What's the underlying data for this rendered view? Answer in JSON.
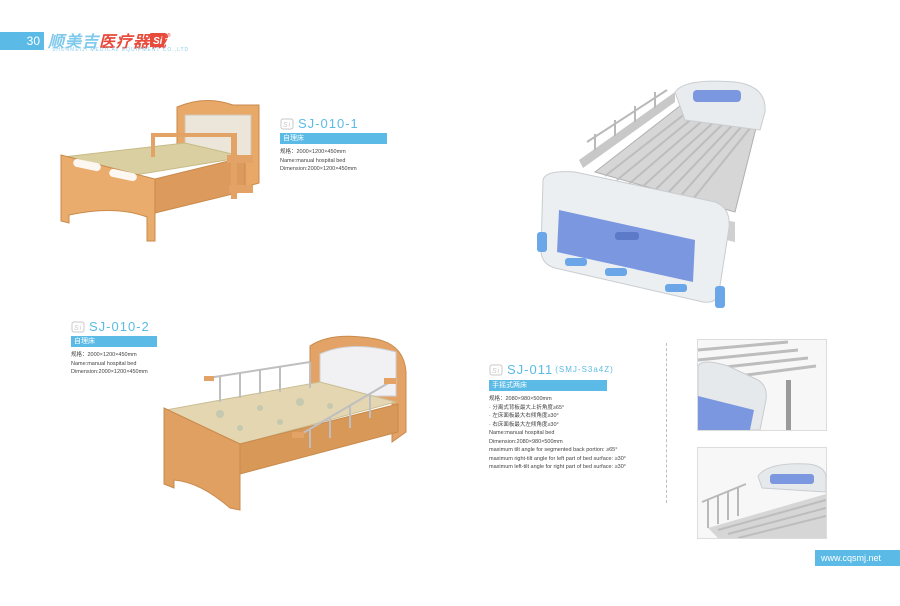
{
  "header": {
    "page_number": "30",
    "brand_primary": "顺美吉",
    "brand_secondary": "医疗器械",
    "brand_english": "SHUNMEIJI MEDICAL EQUIPMENT CO.,LTD",
    "logo_text": "Si",
    "trademark": "®"
  },
  "products": [
    {
      "code": "SJ-010-1",
      "code_suffix": "",
      "name_cn": "自理床",
      "lines": [
        "规格：2000×1200×450mm",
        "Name:manual hospital bed",
        "Dimension:2000×1200×450mm"
      ]
    },
    {
      "code": "SJ-010-2",
      "code_suffix": "",
      "name_cn": "自理床",
      "lines": [
        "规格：2000×1200×450mm",
        "Name:manual hospital bed",
        "Dimension:2000×1200×450mm"
      ]
    },
    {
      "code": "SJ-011",
      "code_suffix": "(SMJ-S3a4Z)",
      "name_cn": "手摇式两床",
      "lines": [
        "规格：2080×980×500mm",
        "· 分离式背板最大上折角度≥65°",
        "· 左床面板最大右倾角度≥30°",
        "· 右床面板最大左倾角度≥30°",
        "Name:manual hospital bed",
        "Dimension:2080×980×500mm",
        "maximum tilt angle for segmented back portion: ≥65°",
        "maximum right-tilt angle for left part of bed surface: ≥30°",
        "maximum left-tilt angle for right part of bed surface: ≥30°"
      ]
    }
  ],
  "footer": {
    "website": "www.cqsmj.net"
  },
  "colors": {
    "accent": "#5bbbe6",
    "brand_red": "#e84b3c",
    "wood": "#e3a366"
  }
}
